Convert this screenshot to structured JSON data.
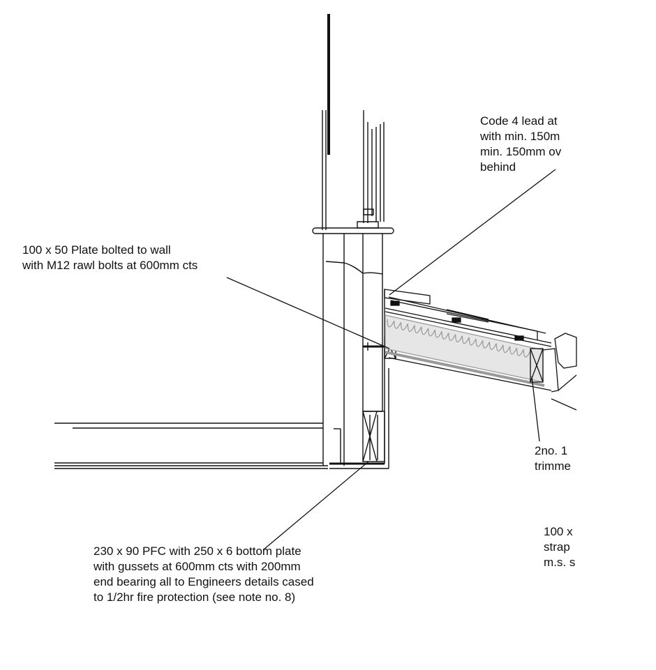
{
  "notes": {
    "lead_flashing": [
      "Code 4 lead at",
      "with min. 150m",
      "min. 150mm ov",
      "behind"
    ],
    "wall_plate": [
      "100 x 50 Plate bolted to wall",
      "with M12 rawl bolts at 600mm cts"
    ],
    "pfc_beam": [
      "230 x 90 PFC with 250 x 6 bottom plate",
      "with gussets at 600mm cts with 200mm",
      "end bearing all to Engineers details cased",
      "to 1/2hr fire protection (see note no. 8)"
    ],
    "trimmer": [
      "2no. 1",
      "trimme"
    ],
    "strap": [
      "100 x",
      "strap",
      "m.s. s"
    ]
  },
  "colors": {
    "line": "#111111",
    "insulation": "#9a9a9a",
    "insulation_fill": "#e6e6e6"
  }
}
